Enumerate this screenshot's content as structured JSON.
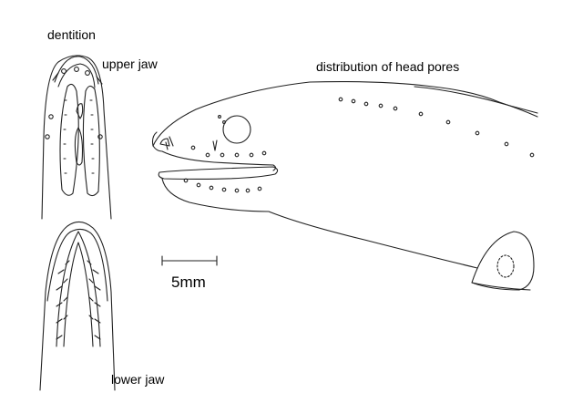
{
  "labels": {
    "dentition": "dentition",
    "upper_jaw": "upper jaw",
    "lower_jaw": "lower jaw",
    "head_pores": "distribution of head pores",
    "scale_bar": "5mm"
  }
}
